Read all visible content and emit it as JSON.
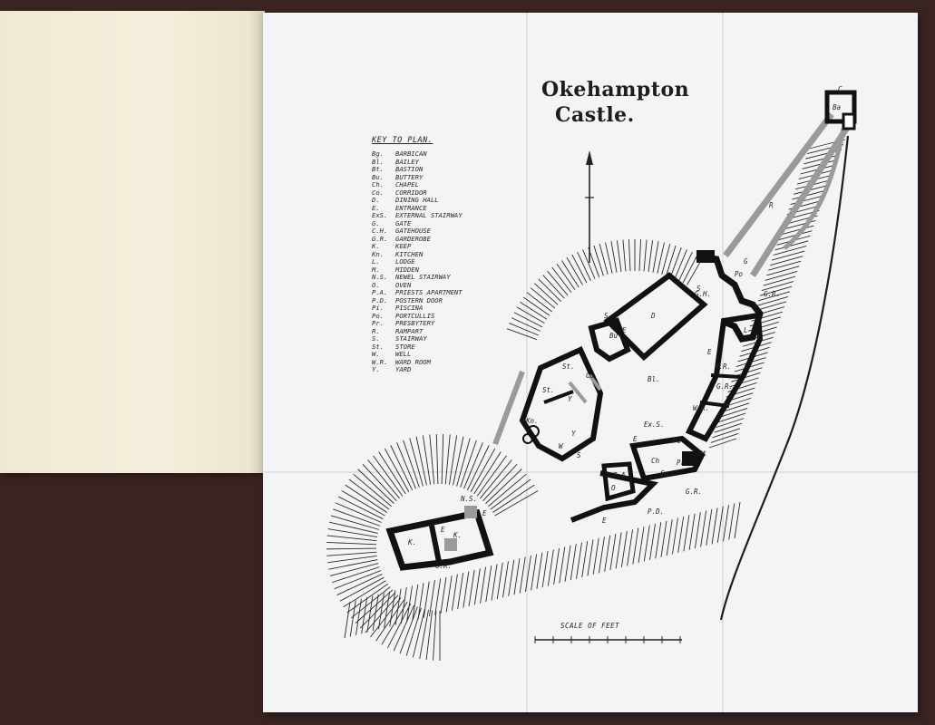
{
  "plan": {
    "title_line_1": "Okehampton",
    "title_line_2": "Castle.",
    "key_heading": "KEY TO PLAN.",
    "key_items": [
      {
        "abbr": "Bg.",
        "name": "BARBICAN"
      },
      {
        "abbr": "Bl.",
        "name": "BAILEY"
      },
      {
        "abbr": "Bt.",
        "name": "BASTION"
      },
      {
        "abbr": "Bu.",
        "name": "BUTTERY"
      },
      {
        "abbr": "Ch.",
        "name": "CHAPEL"
      },
      {
        "abbr": "Co.",
        "name": "CORRIDOR"
      },
      {
        "abbr": "D.",
        "name": "DINING HALL"
      },
      {
        "abbr": "E.",
        "name": "ENTRANCE"
      },
      {
        "abbr": "ExS.",
        "name": "EXTERNAL STAIRWAY"
      },
      {
        "abbr": "G.",
        "name": "GATE"
      },
      {
        "abbr": "C.H.",
        "name": "GATEHOUSE"
      },
      {
        "abbr": "G.R.",
        "name": "GARDEROBE"
      },
      {
        "abbr": "K.",
        "name": "KEEP"
      },
      {
        "abbr": "Kn.",
        "name": "KITCHEN"
      },
      {
        "abbr": "L.",
        "name": "LODGE"
      },
      {
        "abbr": "M.",
        "name": "MIDDEN"
      },
      {
        "abbr": "N.S.",
        "name": "NEWEL STAIRWAY"
      },
      {
        "abbr": "O.",
        "name": "OVEN"
      },
      {
        "abbr": "P.A.",
        "name": "PRIESTS APARTMENT"
      },
      {
        "abbr": "P.D.",
        "name": "POSTERN DOOR"
      },
      {
        "abbr": "Pi.",
        "name": "PISCINA"
      },
      {
        "abbr": "Po.",
        "name": "PORTCULLIS"
      },
      {
        "abbr": "Pr.",
        "name": "PRESBYTERY"
      },
      {
        "abbr": "R.",
        "name": "RAMPART"
      },
      {
        "abbr": "S.",
        "name": "STAIRWAY"
      },
      {
        "abbr": "St.",
        "name": "STORE"
      },
      {
        "abbr": "W.",
        "name": "WELL"
      },
      {
        "abbr": "W.R.",
        "name": "WARD ROOM"
      },
      {
        "abbr": "Y.",
        "name": "YARD"
      }
    ],
    "scale_label": "SCALE OF FEET",
    "map_labels": {
      "c": "C",
      "ba": "Ba",
      "r": "R",
      "g": "G",
      "po": "Po",
      "gh": "G.H.",
      "gr_top": "G.R.",
      "s_top": "S",
      "l": "L",
      "d": "D",
      "s_d": "S",
      "bu": "Bu",
      "e_bu": "E",
      "st1": "St.",
      "co": "Co",
      "bl": "Bl.",
      "st2": "St.",
      "y1": "Y",
      "kn": "Kn.",
      "y2": "Y",
      "w": "W",
      "s_low": "S",
      "wr1": "W.R.",
      "wr2": "W.R.",
      "gr_mid": "G.R.",
      "e_mid": "E",
      "exs": "Ex.S.",
      "pi": "Pi",
      "e_ch": "E",
      "ch": "Ch",
      "pr": "Pr",
      "bt": "Bt",
      "co2": "Co",
      "pa": "P.A.",
      "o": "O",
      "gr_low": "G.R.",
      "pd": "P.D.",
      "e_low": "E",
      "ns": "N.S.",
      "e_keep": "E",
      "k1": "K.",
      "k2": "K.",
      "e_k": "E",
      "gr_keep": "G.R."
    }
  }
}
